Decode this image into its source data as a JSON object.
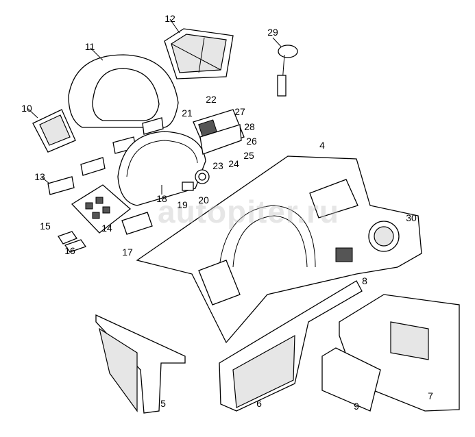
{
  "watermark": "autopiter.ru",
  "callouts": {
    "c4": "4",
    "c5": "5",
    "c6": "6",
    "c7": "7",
    "c8": "8",
    "c9": "9",
    "c10": "10",
    "c11": "11",
    "c12": "12",
    "c13": "13",
    "c14": "14",
    "c15": "15",
    "c16": "16",
    "c17": "17",
    "c18": "18",
    "c19": "19",
    "c20": "20",
    "c21": "21",
    "c22": "22",
    "c23": "23",
    "c24": "24",
    "c25": "25",
    "c26": "26",
    "c27": "27",
    "c28": "28",
    "c29": "29",
    "c30": "30"
  }
}
